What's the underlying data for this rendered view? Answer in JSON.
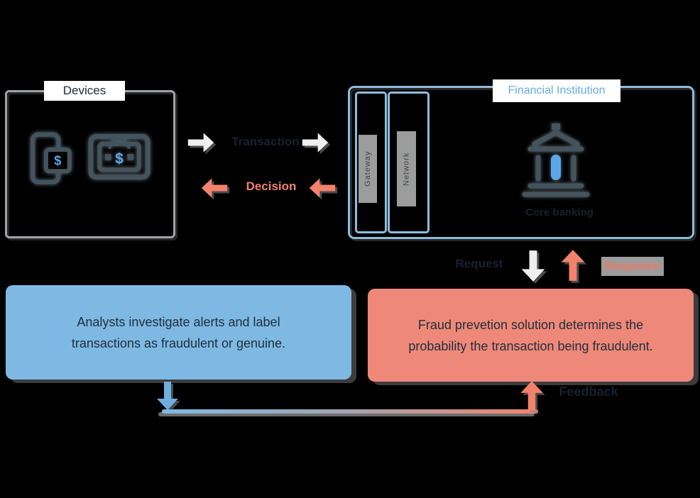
{
  "background": "#000000",
  "colors": {
    "blue_accent": "#7EB9E3",
    "salmon_accent": "#F2826C",
    "dark_label": "#17212E",
    "devices_border": "#9FA3A6",
    "fi_border": "#8FBBDC",
    "fi_title": "#64AEDE",
    "chip_gray": "#9C9C9C",
    "icon_slate": "#44545F",
    "icon_blue": "#5AA7E8",
    "analyst_box_fill": "#7EB9E3",
    "fraud_box_fill": "#EE897A"
  },
  "devices": {
    "label": "Devices",
    "icons": [
      "smartphone-payment-icon",
      "pos-terminal-icon"
    ],
    "dollar_glyph": "$"
  },
  "financial_institution": {
    "label": "Financial Institution",
    "layers": [
      {
        "label": "Gateway"
      },
      {
        "label": "Network"
      }
    ],
    "bank_icon": "bank-icon",
    "bank_label": "Core banking"
  },
  "flows": {
    "transaction_label": "Transaction",
    "decision_label": "Decision",
    "request_label": "Request",
    "response_label": "Response",
    "feedback_label": "Feedback"
  },
  "analyst_box": {
    "text": "Analysts investigate alerts and label transactions as fraudulent or genuine."
  },
  "fraud_box": {
    "text": "Fraud prevetion solution determines the probability the transaction being fraudulent."
  }
}
